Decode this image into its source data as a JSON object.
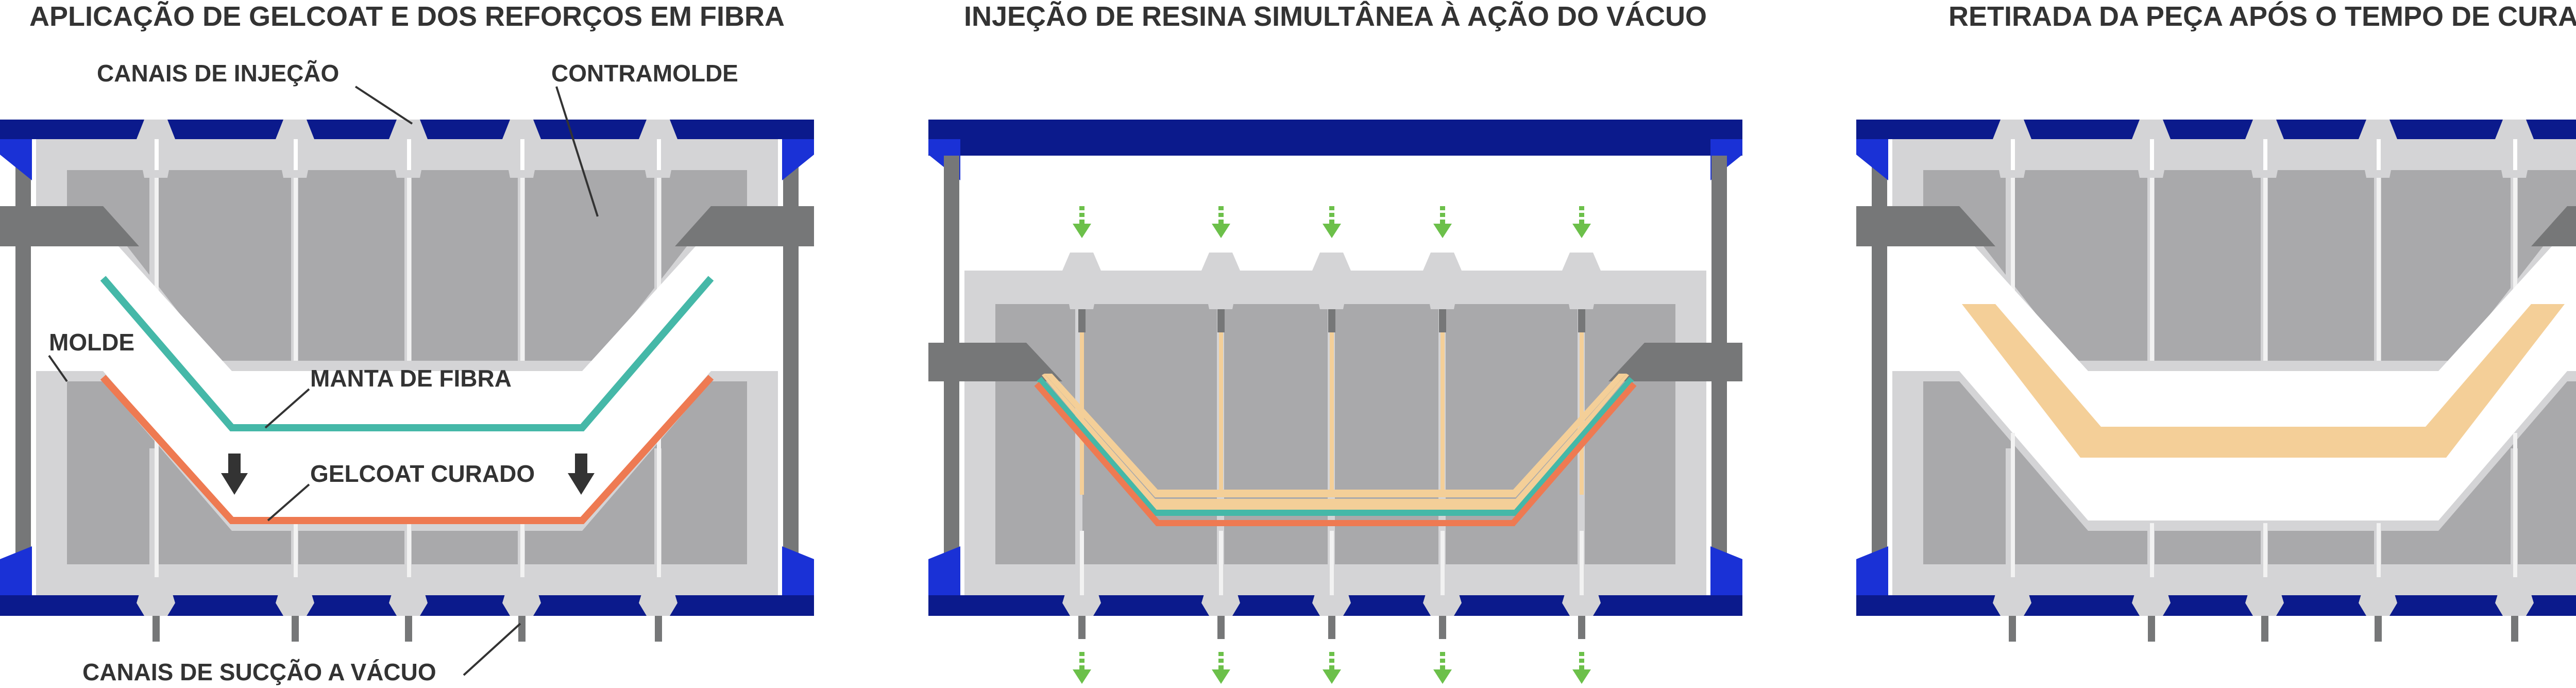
{
  "panels": [
    {
      "title": "APLICAÇÃO DE GELCOAT E DOS REFORÇOS EM FIBRA",
      "labels": {
        "injection_channels": "CANAIS DE INJEÇÃO",
        "counter_mold": "CONTRAMOLDE",
        "mold": "MOLDE",
        "fiber_mat": "MANTA DE FIBRA",
        "cured_gelcoat": "GELCOAT CURADO",
        "vacuum_channels": "CANAIS DE SUCÇÃO A VÁCUO"
      }
    },
    {
      "title": "INJEÇÃO DE RESINA SIMULTÂNEA À AÇÃO DO VÁCUO"
    },
    {
      "title": "RETIRADA DA PEÇA APÓS O TEMPO DE CURA"
    }
  ],
  "colors": {
    "frame_blue": "#0b1a8c",
    "corner_blue": "#1a31d6",
    "light_gray": "#d4d4d6",
    "mid_gray": "#a9a9ab",
    "dark_gray": "#767778",
    "fiber_teal": "#45b8a8",
    "gelcoat_orange": "#ee7a52",
    "resin_beige": "#f4cf98",
    "arrow_green": "#6cc04a",
    "arrow_dark": "#333333"
  }
}
